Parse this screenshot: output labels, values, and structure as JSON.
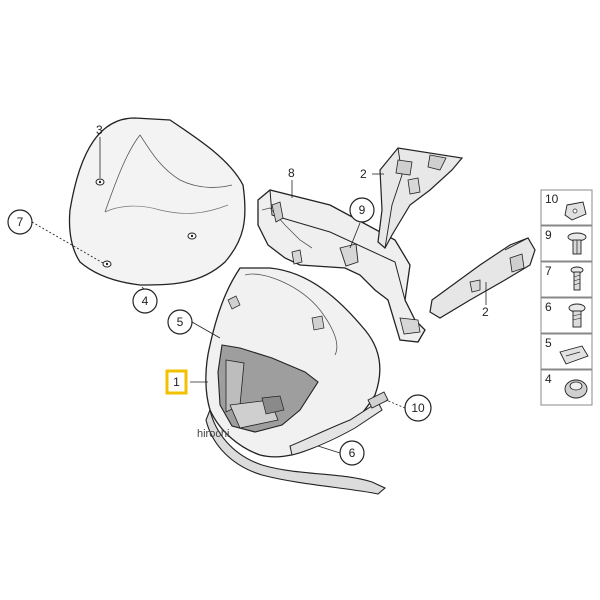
{
  "colors": {
    "highlight": "#f2c200",
    "line": "#222222",
    "fill_light": "#f2f2f2",
    "fill_mid": "#d9d9d9",
    "fill_dark": "#9a9a9a"
  },
  "callouts": {
    "c1": "1",
    "c2a": "2",
    "c2b": "2",
    "c3": "3",
    "c4": "4",
    "c5": "5",
    "c6": "6",
    "c7": "7",
    "c8": "8",
    "c9": "9",
    "c10": "10"
  },
  "legend": [
    {
      "number": "10",
      "icon": "clip-nut-icon"
    },
    {
      "number": "9",
      "icon": "expanding-rivet-icon"
    },
    {
      "number": "7",
      "icon": "screw-icon"
    },
    {
      "number": "6",
      "icon": "flange-screw-icon"
    },
    {
      "number": "5",
      "icon": "spring-clip-icon"
    },
    {
      "number": "4",
      "icon": "rubber-grommet-icon"
    }
  ],
  "watermark": "hirochi"
}
